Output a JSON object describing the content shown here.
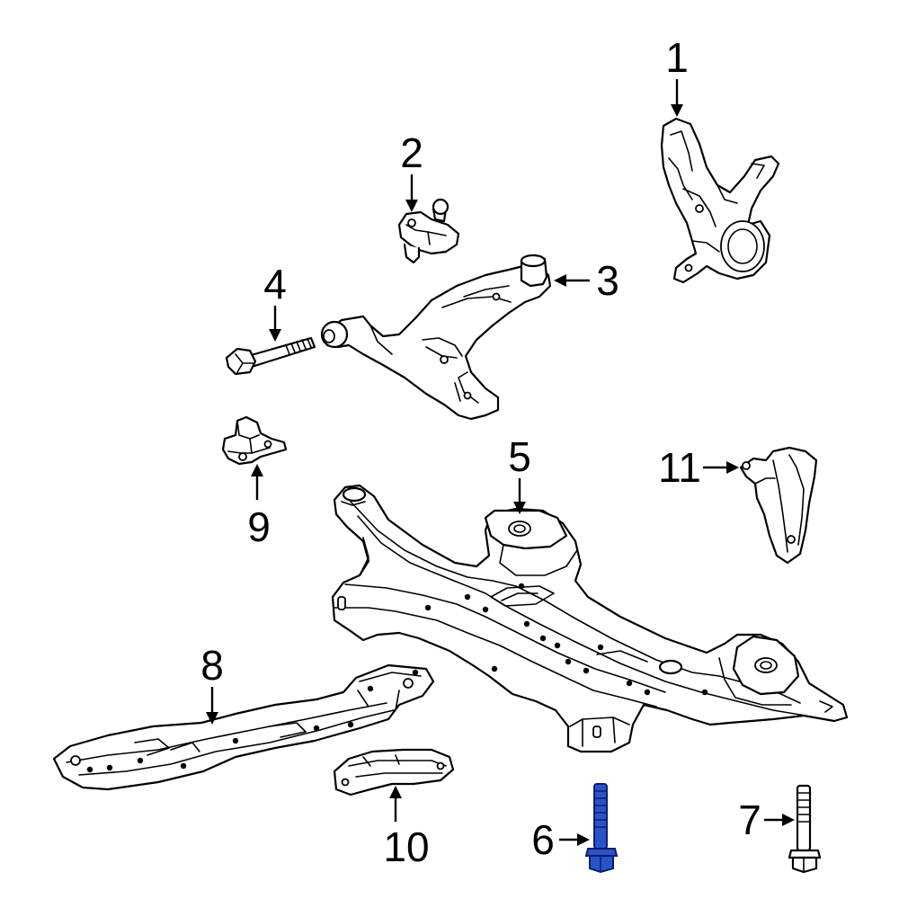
{
  "diagram": {
    "callouts": [
      {
        "id": "1",
        "label": "1"
      },
      {
        "id": "2",
        "label": "2"
      },
      {
        "id": "3",
        "label": "3"
      },
      {
        "id": "4",
        "label": "4"
      },
      {
        "id": "5",
        "label": "5"
      },
      {
        "id": "6",
        "label": "6"
      },
      {
        "id": "7",
        "label": "7"
      },
      {
        "id": "8",
        "label": "8"
      },
      {
        "id": "9",
        "label": "9"
      },
      {
        "id": "10",
        "label": "10"
      },
      {
        "id": "11",
        "label": "11"
      }
    ],
    "highlighted_part": "6",
    "highlight_color": "#2a52c9",
    "line_color": "#000000",
    "background": "#ffffff"
  }
}
